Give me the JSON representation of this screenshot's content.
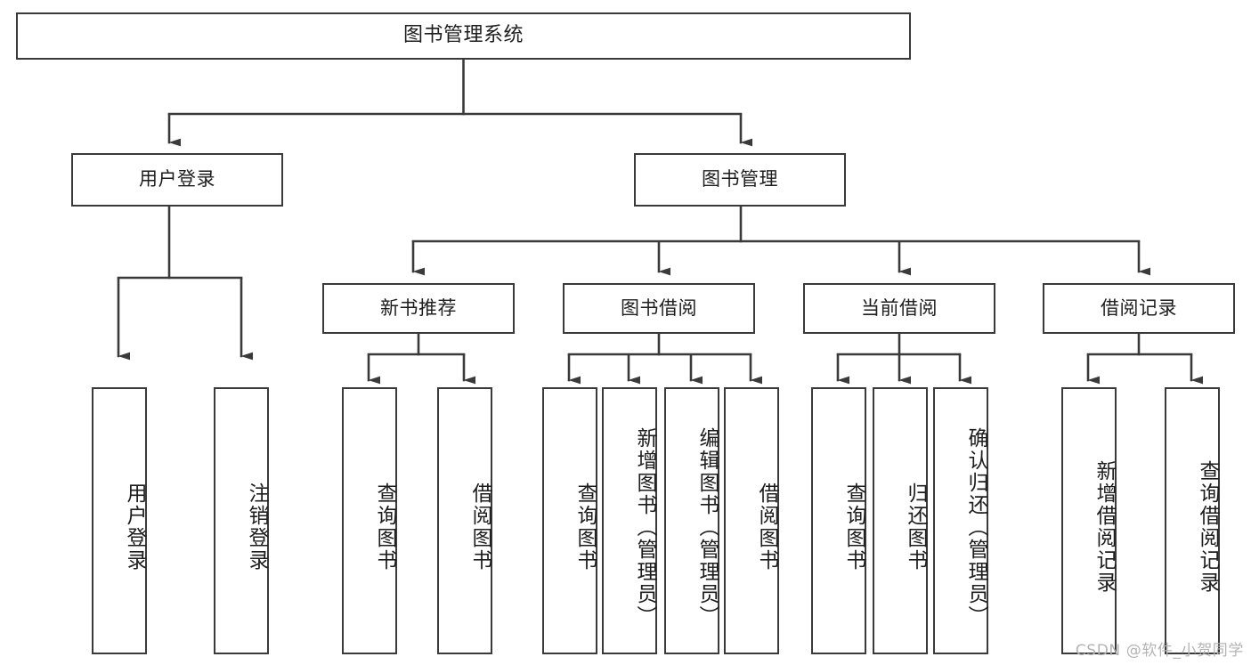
{
  "diagram": {
    "title": "图书管理系统",
    "type": "tree",
    "orientation": "top-down",
    "colors": {
      "background": "#ffffff",
      "node_fill": "#ffffff",
      "node_border": "#3a3a3a",
      "edge": "#3a3a3a",
      "text": "#1d1d1d",
      "watermark": "#b4b4b4"
    },
    "root": {
      "id": "root",
      "label": "图书管理系统"
    },
    "level2": [
      {
        "id": "user-login",
        "label": "用户登录"
      },
      {
        "id": "book-manage",
        "label": "图书管理"
      }
    ],
    "level3": [
      {
        "id": "new-book-rec",
        "label": "新书推荐",
        "parent": "book-manage"
      },
      {
        "id": "book-borrow",
        "label": "图书借阅",
        "parent": "book-manage"
      },
      {
        "id": "current-borrow",
        "label": "当前借阅",
        "parent": "book-manage"
      },
      {
        "id": "borrow-record",
        "label": "借阅记录",
        "parent": "book-manage"
      }
    ],
    "leaves": [
      {
        "id": "leaf-user-login",
        "label": "用户登录",
        "parent": "user-login"
      },
      {
        "id": "leaf-logout",
        "label": "注销登录",
        "parent": "user-login"
      },
      {
        "id": "leaf-query-book-1",
        "label": "查询图书",
        "parent": "new-book-rec"
      },
      {
        "id": "leaf-borrow-book-1",
        "label": "借阅图书",
        "parent": "new-book-rec"
      },
      {
        "id": "leaf-query-book-2",
        "label": "查询图书",
        "parent": "book-borrow"
      },
      {
        "id": "leaf-add-book",
        "label": "新增图书（管理员）",
        "parent": "book-borrow"
      },
      {
        "id": "leaf-edit-book",
        "label": "编辑图书（管理员）",
        "parent": "book-borrow"
      },
      {
        "id": "leaf-borrow-book-2",
        "label": "借阅图书",
        "parent": "book-borrow"
      },
      {
        "id": "leaf-query-book-3",
        "label": "查询图书",
        "parent": "current-borrow"
      },
      {
        "id": "leaf-return-book",
        "label": "归还图书",
        "parent": "current-borrow"
      },
      {
        "id": "leaf-confirm-return",
        "label": "确认归还（管理员）",
        "parent": "current-borrow"
      },
      {
        "id": "leaf-add-record",
        "label": "新增借阅记录",
        "parent": "borrow-record"
      },
      {
        "id": "leaf-query-record",
        "label": "查询借阅记录",
        "parent": "borrow-record"
      }
    ]
  },
  "watermark": {
    "text": "CSDN @软件_小贺同学"
  }
}
